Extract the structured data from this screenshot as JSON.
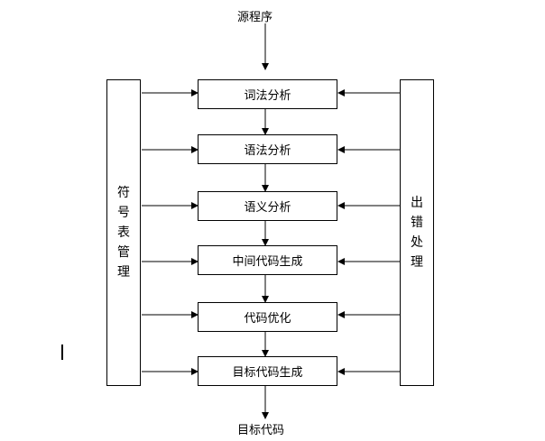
{
  "source_label": "源程序",
  "target_label": "目标代码",
  "stages": [
    "词法分析",
    "语法分析",
    "语义分析",
    "中间代码生成",
    "代码优化",
    "目标代码生成"
  ],
  "left_panel": {
    "chars": [
      "符",
      "号",
      "表",
      "管",
      "理"
    ]
  },
  "right_panel": {
    "chars": [
      "出",
      "错",
      "处",
      "理"
    ]
  }
}
